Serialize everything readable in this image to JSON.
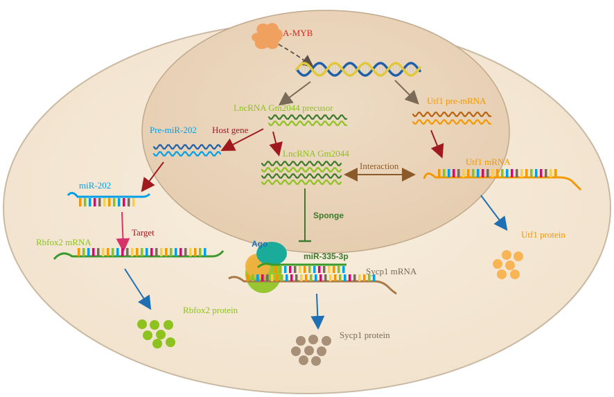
{
  "labels": {
    "a_myb": "A-MYB",
    "lnc_precursor": "LncRNA Gm2044 precusor",
    "utf1_pre_mrna": "Utf1 pre-mRNA",
    "pre_mir_202": "Pre-miR-202",
    "host_gene": "Host gene",
    "lnc_gm2044": "LncRNA Gm2044",
    "interaction": "Interaction",
    "utf1_mrna": "Utf1 mRNA",
    "mir_202": "miR-202",
    "sponge": "Sponge",
    "target": "Target",
    "rbfox2_mrna": "Rbfox2 mRNA",
    "ago": "Ago",
    "mir_335": "miR-335-3p",
    "sycp1_mrna": "Sycp1 mRNA",
    "utf1_protein": "Utf1 protein",
    "rbfox2_protein": "Rbfox2 protein",
    "sycp1_protein": "Sycp1 protein"
  },
  "colors": {
    "cell_fill": "#f4e7d5",
    "nucleus_fill": "#ead4ba",
    "red_text": "#d9261c",
    "green_text": "#8dc21f",
    "orange_text": "#f39800",
    "blue_text": "#00a0e9",
    "dark_red_arrow": "#a0191e",
    "brown_arrow": "#7a6a58",
    "blue_arrow": "#1f6fb5",
    "pink_arrow": "#d6336c"
  }
}
